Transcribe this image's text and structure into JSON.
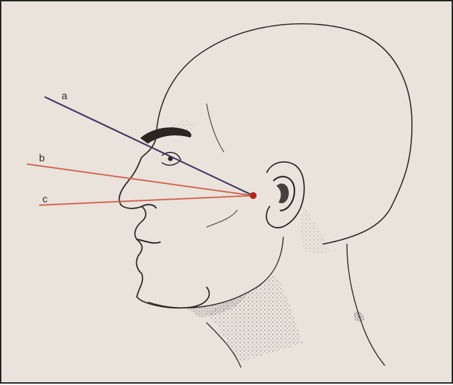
{
  "diagram": {
    "labels": {
      "a": "a",
      "b": "b",
      "c": "c"
    },
    "colors": {
      "background": "#e9e3dc",
      "line_a": "#3d3a63",
      "line_b": "#d1634f",
      "line_c": "#d1634f",
      "ear_point": "#b3261e",
      "ink": "#2a2522"
    }
  }
}
